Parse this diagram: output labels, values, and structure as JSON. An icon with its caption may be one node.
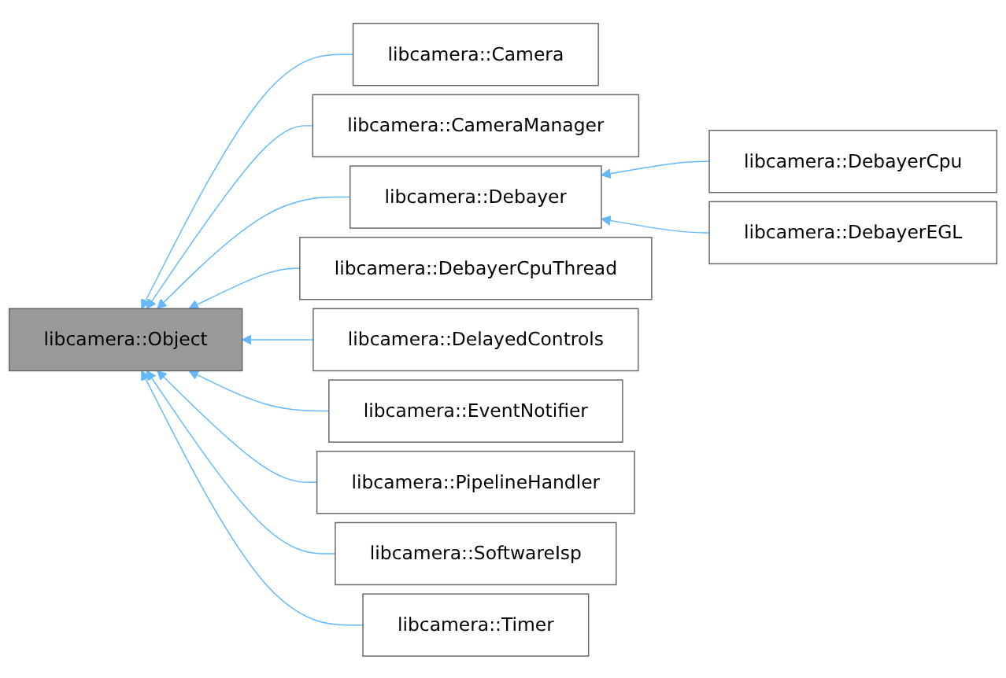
{
  "diagram": {
    "nodes": [
      {
        "text": [
          "libcamera::Object"
        ]
      },
      {
        "text": [
          "libcamera::Camera"
        ]
      },
      {
        "text": [
          "libcamera::CameraManager"
        ]
      },
      {
        "text": [
          "libcamera::Debayer"
        ]
      },
      {
        "text": [
          "libcamera::DebayerCpu"
        ]
      },
      {
        "text": [
          "libcamera::DebayerEGL"
        ]
      },
      {
        "text": [
          "libcamera::DebayerCpuThread"
        ]
      },
      {
        "text": [
          "libcamera::DelayedControls"
        ]
      },
      {
        "text": [
          "libcamera::EventNotifier"
        ]
      },
      {
        "text": [
          "libcamera::PipelineHandler"
        ]
      },
      {
        "text": [
          "libcamera::SoftwareIsp"
        ]
      },
      {
        "text": [
          "libcamera::Timer"
        ]
      }
    ],
    "edges": [
      {
        "from": 1,
        "to": 0,
        "arrow": "to"
      },
      {
        "from": 2,
        "to": 0,
        "arrow": "to"
      },
      {
        "from": 3,
        "to": 0,
        "arrow": "to"
      },
      {
        "from": 4,
        "to": 3,
        "arrow": "to"
      },
      {
        "from": 5,
        "to": 3,
        "arrow": "to"
      },
      {
        "from": 6,
        "to": 0,
        "arrow": "to"
      },
      {
        "from": 7,
        "to": 0,
        "arrow": "to"
      },
      {
        "from": 8,
        "to": 0,
        "arrow": "to"
      },
      {
        "from": 9,
        "to": 0,
        "arrow": "to"
      },
      {
        "from": 10,
        "to": 0,
        "arrow": "to"
      },
      {
        "from": 11,
        "to": 0,
        "arrow": "to"
      }
    ]
  }
}
